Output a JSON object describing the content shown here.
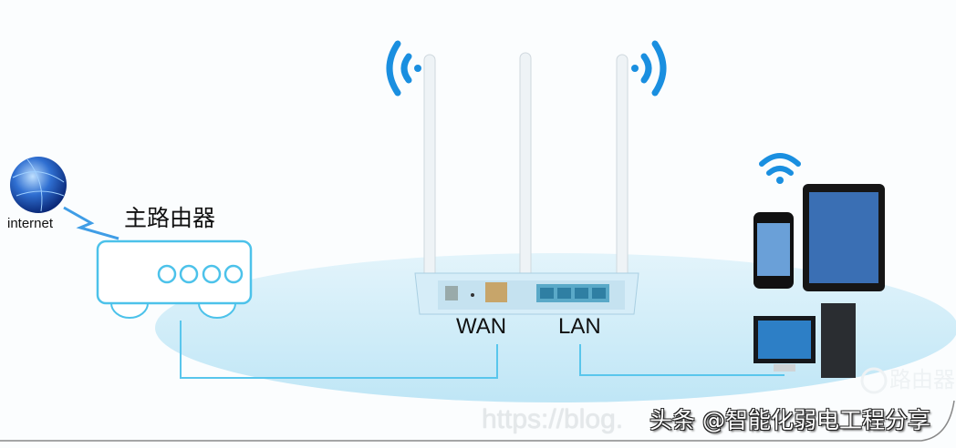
{
  "labels": {
    "internet": "internet",
    "main_router": "主路由器",
    "wan": "WAN",
    "lan": "LAN"
  },
  "watermark": {
    "url": "https://blog.",
    "credit": "头条 @智能化弱电工程分享",
    "logo_text": "路由器"
  },
  "colors": {
    "accent": "#1a8fe0",
    "ellipse": "#cdeaf7",
    "line": "#59c6ec"
  }
}
